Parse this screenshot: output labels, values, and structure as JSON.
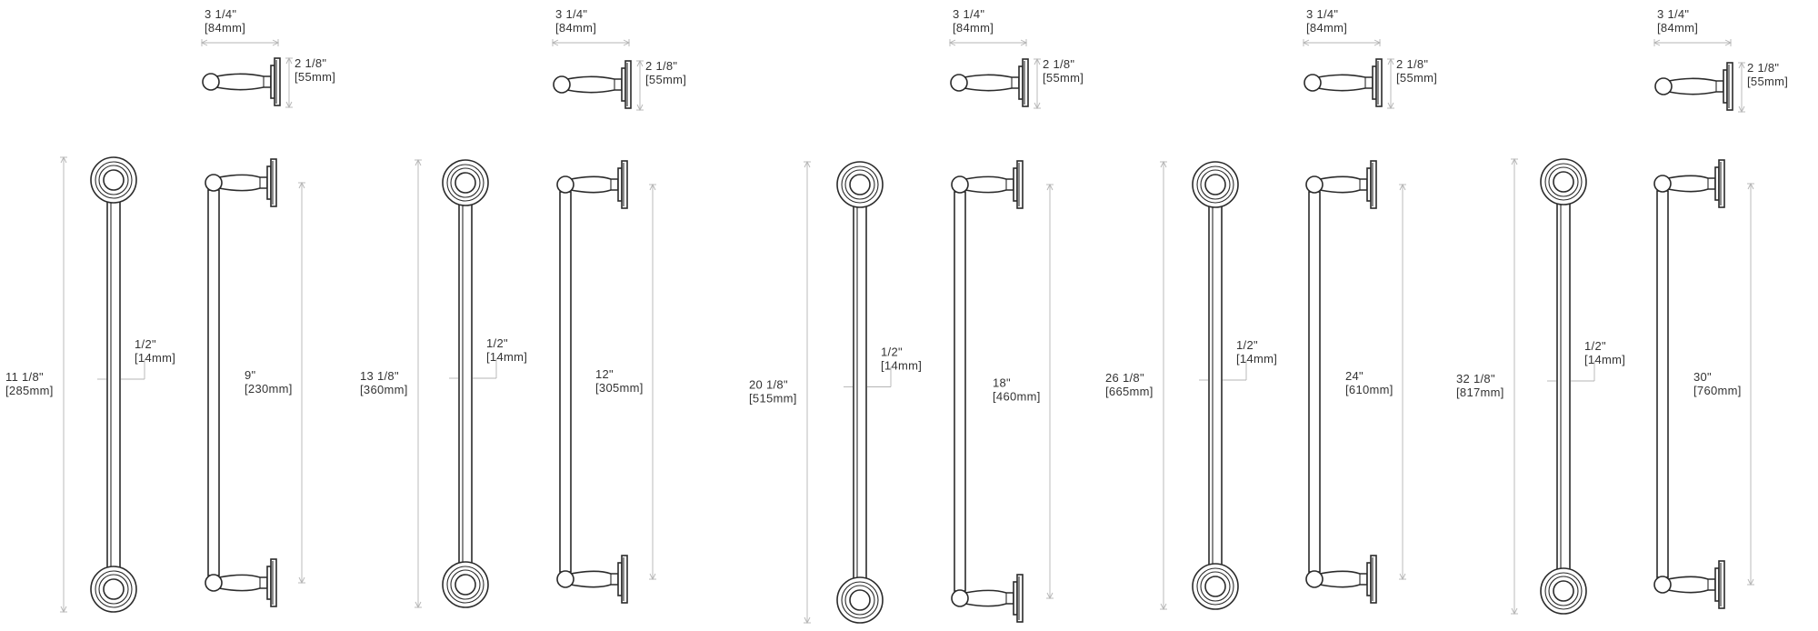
{
  "products": [
    {
      "depth_label": [
        "3 1/4\"",
        "[84mm]"
      ],
      "height_label": [
        "2 1/8\"",
        "[55mm]"
      ],
      "overall_label": [
        "11 1/8\"",
        "[285mm]"
      ],
      "diameter_label": [
        "1/2\"",
        "[14mm]"
      ],
      "center_label": [
        "9\"",
        "[230mm]"
      ]
    },
    {
      "depth_label": [
        "3 1/4\"",
        "[84mm]"
      ],
      "height_label": [
        "2 1/8\"",
        "[55mm]"
      ],
      "overall_label": [
        "13 1/8\"",
        "[360mm]"
      ],
      "diameter_label": [
        "1/2\"",
        "[14mm]"
      ],
      "center_label": [
        "12\"",
        "[305mm]"
      ]
    },
    {
      "depth_label": [
        "3 1/4\"",
        "[84mm]"
      ],
      "height_label": [
        "2 1/8\"",
        "[55mm]"
      ],
      "overall_label": [
        "20 1/8\"",
        "[515mm]"
      ],
      "diameter_label": [
        "1/2\"",
        "[14mm]"
      ],
      "center_label": [
        "18\"",
        "[460mm]"
      ]
    },
    {
      "depth_label": [
        "3 1/4\"",
        "[84mm]"
      ],
      "height_label": [
        "2 1/8\"",
        "[55mm]"
      ],
      "overall_label": [
        "26 1/8\"",
        "[665mm]"
      ],
      "diameter_label": [
        "1/2\"",
        "[14mm]"
      ],
      "center_label": [
        "24\"",
        "[610mm]"
      ]
    },
    {
      "depth_label": [
        "3 1/4\"",
        "[84mm]"
      ],
      "height_label": [
        "2 1/8\"",
        "[55mm]"
      ],
      "overall_label": [
        "32 1/8\"",
        "[817mm]"
      ],
      "diameter_label": [
        "1/2\"",
        "[14mm]"
      ],
      "center_label": [
        "30\"",
        "[760mm]"
      ]
    }
  ]
}
